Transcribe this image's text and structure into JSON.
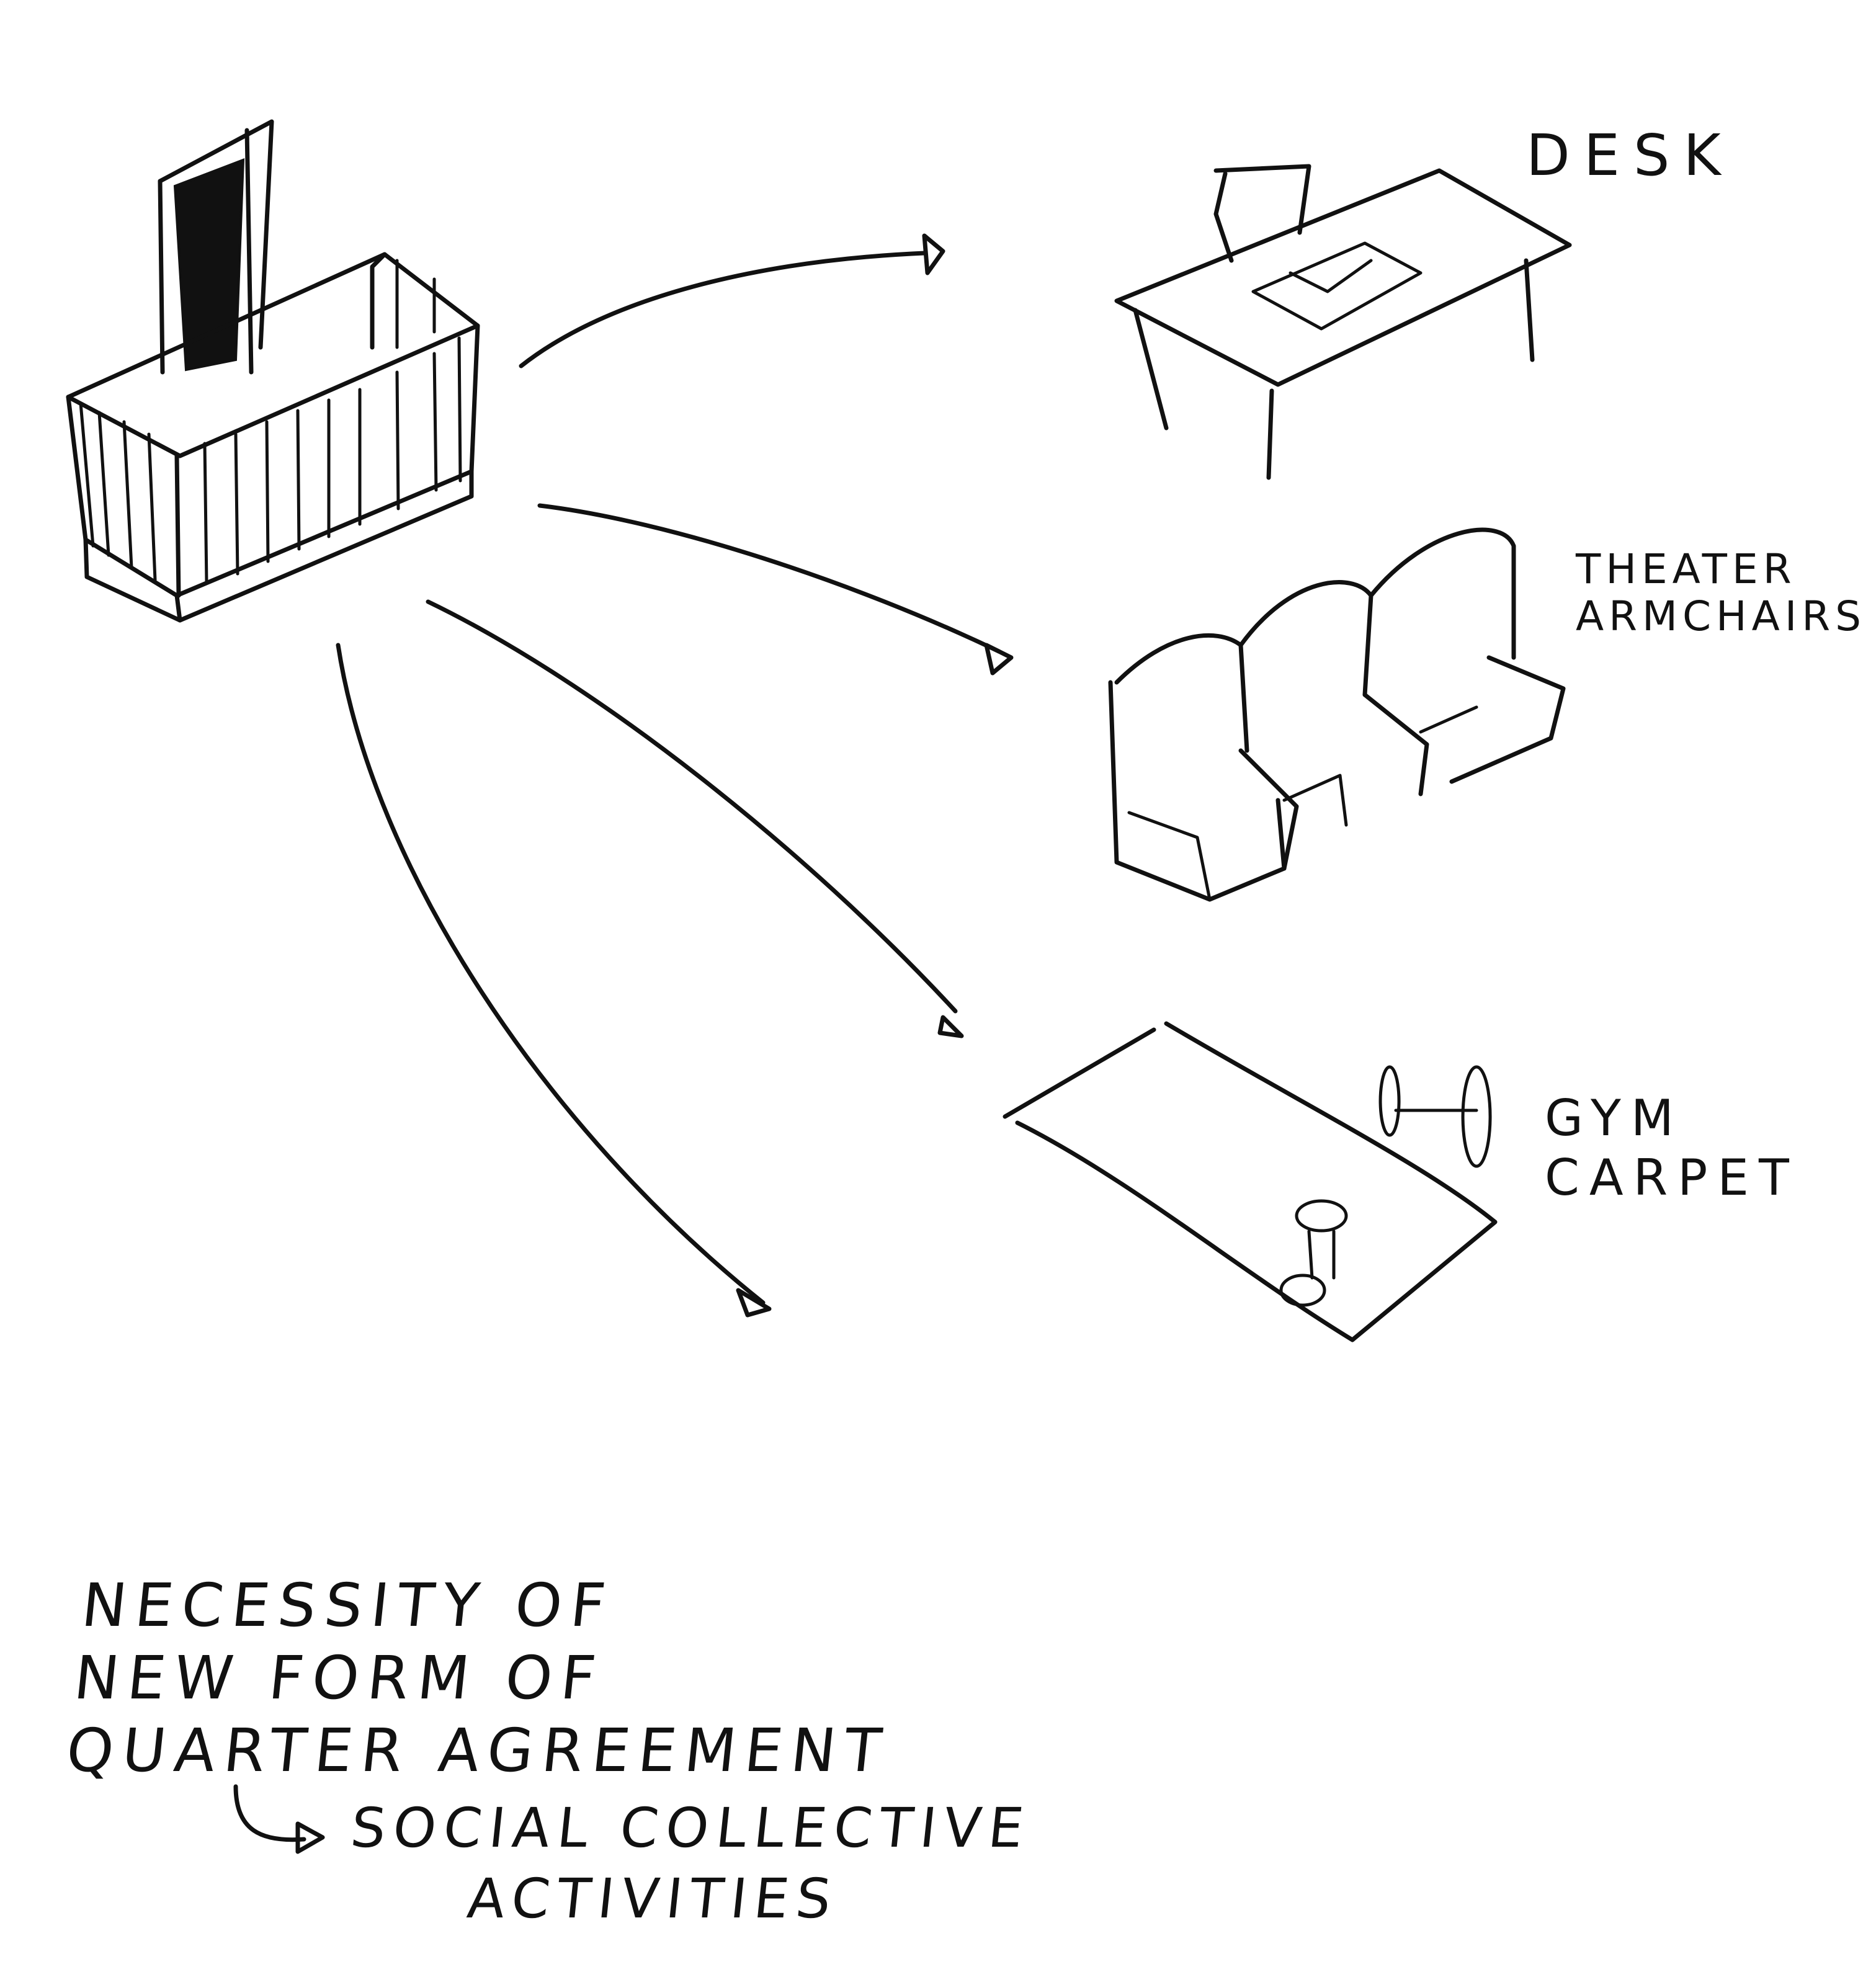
{
  "sketch": {
    "labels": {
      "desk": "DESK",
      "theater_line1": "THEATER",
      "theater_line2": "ARMCHAIRS",
      "gym_line1": "GYM",
      "gym_line2": "CARPET"
    },
    "note": {
      "line1": "NECESSITY OF",
      "line2": "NEW FORM OF",
      "line3": "QUARTER AGREEMENT",
      "sub_line1": "SOCIAL COLLECTIVE",
      "sub_line2": "ACTIVITIES"
    },
    "ink_color": "#111111",
    "background_color": "#ffffff"
  }
}
